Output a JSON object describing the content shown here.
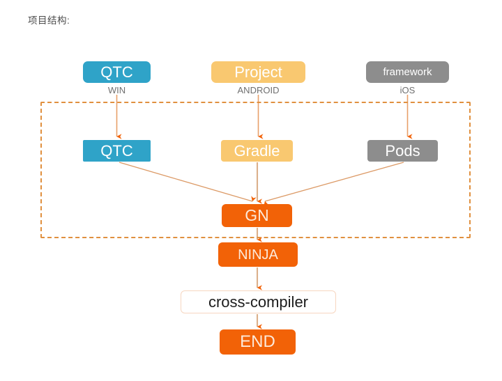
{
  "page": {
    "header": "项目结构:",
    "background": "#ffffff"
  },
  "palette": {
    "blue": "#2fa3c8",
    "amber": "#f9c870",
    "gray": "#8d8d8d",
    "orange": "#f26207",
    "arrow": "#e08a4a",
    "frame_dash": "#e0903f",
    "caption_text": "#6f6f6f",
    "box_text_light": "#ffffff",
    "box_text_cream": "#fde9d9",
    "cross_border": "#f7d6c0",
    "cross_text": "#1c1c1c"
  },
  "diagram": {
    "type": "flowchart",
    "title": "项目结构:",
    "group_frame": {
      "label": "",
      "style": "dash-dot",
      "color": "#e0903f"
    },
    "sources": [
      {
        "id": "qtc-win",
        "label": "QTC",
        "platform": "WIN",
        "color": "#2fa3c8"
      },
      {
        "id": "project-android",
        "label": "Project",
        "platform": "ANDROID",
        "color": "#f9c870"
      },
      {
        "id": "framework-ios",
        "label": "framework",
        "platform": "iOS",
        "color": "#8d8d8d"
      }
    ],
    "builders": [
      {
        "id": "qtc-build",
        "label": "QTC",
        "color": "#2fa3c8"
      },
      {
        "id": "gradle",
        "label": "Gradle",
        "color": "#f9c870"
      },
      {
        "id": "pods",
        "label": "Pods",
        "color": "#8d8d8d"
      }
    ],
    "pipeline": [
      {
        "id": "gn",
        "label": "GN",
        "color": "#f26207"
      },
      {
        "id": "ninja",
        "label": "NINJA",
        "color": "#f26207"
      },
      {
        "id": "cross-compiler",
        "label": "cross-compiler",
        "color": "#ffffff"
      },
      {
        "id": "end",
        "label": "END",
        "color": "#f26207"
      }
    ],
    "edges": [
      {
        "from": "qtc-win",
        "to": "qtc-build"
      },
      {
        "from": "project-android",
        "to": "gradle"
      },
      {
        "from": "framework-ios",
        "to": "pods"
      },
      {
        "from": "qtc-build",
        "to": "gn"
      },
      {
        "from": "gradle",
        "to": "gn"
      },
      {
        "from": "pods",
        "to": "gn"
      },
      {
        "from": "gn",
        "to": "ninja"
      },
      {
        "from": "ninja",
        "to": "cross-compiler"
      },
      {
        "from": "cross-compiler",
        "to": "end"
      }
    ]
  }
}
